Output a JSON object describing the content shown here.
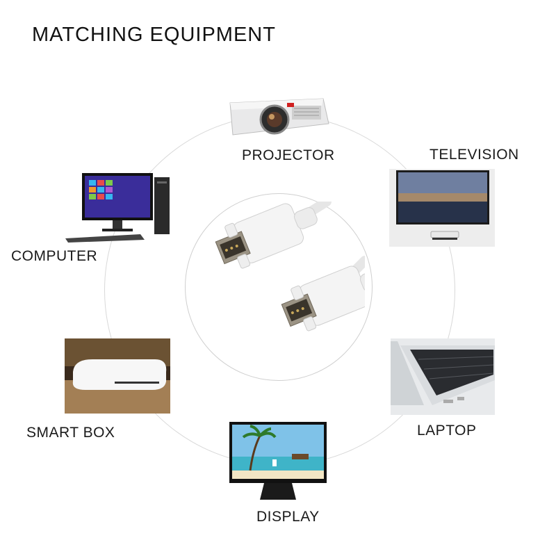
{
  "title": "MATCHING EQUIPMENT",
  "devices": [
    {
      "name": "projector",
      "label": "PROJECTOR"
    },
    {
      "name": "television",
      "label": "TELEVISION"
    },
    {
      "name": "computer",
      "label": "COMPUTER"
    },
    {
      "name": "laptop",
      "label": "LAPTOP"
    },
    {
      "name": "smart-box",
      "label": "SMART BOX"
    },
    {
      "name": "display",
      "label": "DISPLAY"
    }
  ],
  "center": {
    "item": "dvi-cable",
    "color": "#f2f2f2"
  }
}
